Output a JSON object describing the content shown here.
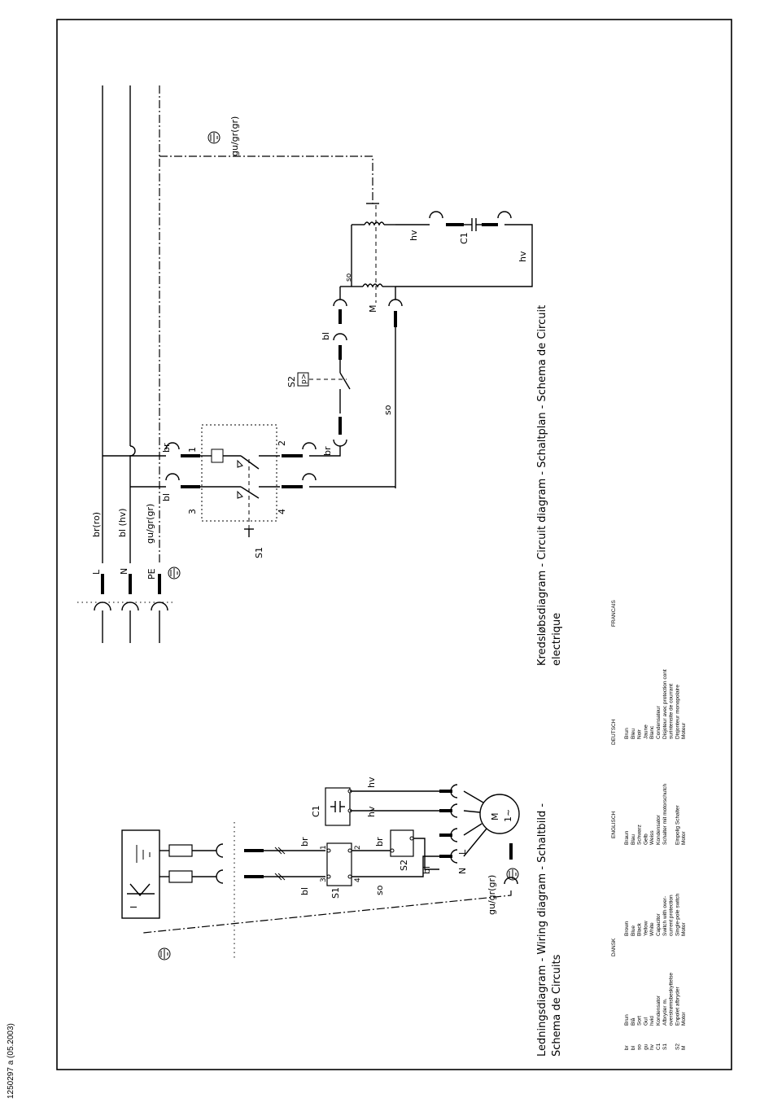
{
  "document": {
    "side_id": "1250297 a   (05.2003)"
  },
  "circuit_diagram": {
    "title_line1": "KredsløbsdiagramCircuit diagramSchaltplanSchema de Circuit",
    "title_display_1": "Kredsløbsdiagram - Circuit diagram - Schaltplan - Schema de Circuit",
    "title_display_2": "electrique",
    "supply_labels": {
      "L": "L",
      "N": "N",
      "PE": "PE"
    },
    "wire_labels": {
      "L_color": "br(ro)",
      "N_color": "bl (hv)",
      "PE_color": "gu/gr(gr)",
      "earth_top": "gu/gr(gr)",
      "br_1": "br",
      "bl_1": "bl",
      "br_2": "br",
      "bl_2": "bl",
      "so_1": "so",
      "so_2": "so",
      "hv_1": "hv",
      "hv_2": "hv"
    },
    "terminals": {
      "t1": "1",
      "t2": "2",
      "t3": "3",
      "t4": "4"
    },
    "components": {
      "S1": "S1",
      "S2": "S2",
      "C1": "C1",
      "M": "M",
      "pressure": "p>"
    }
  },
  "wiring_diagram": {
    "title_display_1": "Ledningsdiagram - Wiring diagram - Schaltbild -",
    "title_display_2": "Schema de Circuits",
    "labels": {
      "br_a": "br",
      "bl_a": "bl",
      "br_b": "br",
      "bl_b": "bl",
      "so": "so",
      "hv_a": "hv",
      "hv_b": "hv",
      "L": "L",
      "N": "N",
      "earth": "gu/gr(gr)",
      "S1": "S1",
      "S2": "S2",
      "C1": "C1",
      "motor": "M",
      "motor_sub": "1~",
      "t1": "1",
      "t2": "2",
      "t3": "3",
      "t4": "4",
      "switch_I": "I"
    }
  },
  "legend": {
    "headers": [
      "DANSK",
      "ENGLISCH",
      "DEUTSCH",
      "FRANCAIS"
    ],
    "rows": [
      {
        "code": "br",
        "dk": "Brun",
        "en": "Brown",
        "de": "Braun",
        "fr": "Brun"
      },
      {
        "code": "bl",
        "dk": "Blå",
        "en": "Blue",
        "de": "Blau",
        "fr": "Bleu"
      },
      {
        "code": "so",
        "dk": "Sort",
        "en": "Black",
        "de": "Schwarz",
        "fr": "Noir"
      },
      {
        "code": "gu",
        "dk": "Gul",
        "en": "Yellow",
        "de": "Gelb",
        "fr": "Jaune"
      },
      {
        "code": "hv",
        "dk": "hvid",
        "en": "White",
        "de": "Weiss",
        "fr": "Blanc"
      },
      {
        "code": "C1",
        "dk": "Kondensator",
        "en": "Capacitor",
        "de": "Kondensator",
        "fr": "Condensateur"
      },
      {
        "code": "S1",
        "dk": "Afbryder m.",
        "en": "Switch with over-",
        "de": "Schalter mit motorschutch",
        "fr": "Disjoteur avec protection cont"
      },
      {
        "code": "",
        "dk": "overstrømsbeskyttelse",
        "en": "current protection",
        "de": "",
        "fr": "surintensite de courrant"
      },
      {
        "code": "S2",
        "dk": "Enpolet afbryder",
        "en": "Single-pole switch",
        "de": "Einpolig Schalter",
        "fr": "Disjonteur monopolaire"
      },
      {
        "code": "M",
        "dk": "Motor",
        "en": "Motor",
        "de": "Motor",
        "fr": "Moteur"
      }
    ]
  }
}
